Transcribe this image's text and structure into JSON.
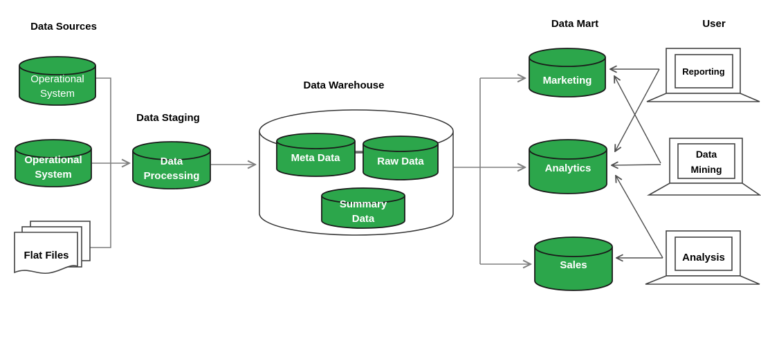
{
  "headings": {
    "data_sources": "Data Sources",
    "data_staging": "Data Staging",
    "data_warehouse": "Data Warehouse",
    "data_mart": "Data Mart",
    "user": "User"
  },
  "nodes": {
    "operational_system_1": {
      "type": "cylinder",
      "lines": [
        "Operational",
        "System"
      ]
    },
    "operational_system_2": {
      "type": "cylinder",
      "lines": [
        "Operational",
        "System"
      ]
    },
    "flat_files": {
      "type": "document-stack",
      "lines": [
        "Flat Files"
      ]
    },
    "data_processing": {
      "type": "cylinder",
      "lines": [
        "Data",
        "Processing"
      ]
    },
    "meta_data": {
      "type": "cylinder",
      "lines": [
        "Meta Data"
      ]
    },
    "raw_data": {
      "type": "cylinder",
      "lines": [
        "Raw Data"
      ]
    },
    "summary_data": {
      "type": "cylinder",
      "lines": [
        "Summary",
        "Data"
      ]
    },
    "marketing": {
      "type": "cylinder",
      "lines": [
        "Marketing"
      ]
    },
    "analytics": {
      "type": "cylinder",
      "lines": [
        "Analytics"
      ]
    },
    "sales": {
      "type": "cylinder",
      "lines": [
        "Sales"
      ]
    },
    "reporting": {
      "type": "laptop",
      "lines": [
        "Reporting"
      ]
    },
    "data_mining": {
      "type": "laptop",
      "lines": [
        "Data",
        "Mining"
      ]
    },
    "analysis": {
      "type": "laptop",
      "lines": [
        "Analysis"
      ]
    }
  },
  "edges": [
    {
      "from": "operational_system_1",
      "to": "data_processing"
    },
    {
      "from": "operational_system_2",
      "to": "data_processing"
    },
    {
      "from": "flat_files",
      "to": "data_processing"
    },
    {
      "from": "data_processing",
      "to": "data_warehouse"
    },
    {
      "from": "data_warehouse",
      "to": "marketing"
    },
    {
      "from": "data_warehouse",
      "to": "analytics"
    },
    {
      "from": "data_warehouse",
      "to": "sales"
    },
    {
      "from": "reporting",
      "to": "marketing"
    },
    {
      "from": "reporting",
      "to": "analytics"
    },
    {
      "from": "data_mining",
      "to": "analytics"
    },
    {
      "from": "data_mining",
      "to": "marketing"
    },
    {
      "from": "analysis",
      "to": "sales"
    },
    {
      "from": "analysis",
      "to": "analytics"
    }
  ],
  "colors": {
    "cylinder_green": "#2CA64B",
    "shape_outline": "#1A1A1A",
    "warehouse_fill": "#FFFFFF",
    "connector_gray": "#7F7F7F",
    "arrow_dark": "#4D4D4D",
    "label_white": "#FFFFFF",
    "label_black": "#000000",
    "background": "#FFFFFF"
  }
}
